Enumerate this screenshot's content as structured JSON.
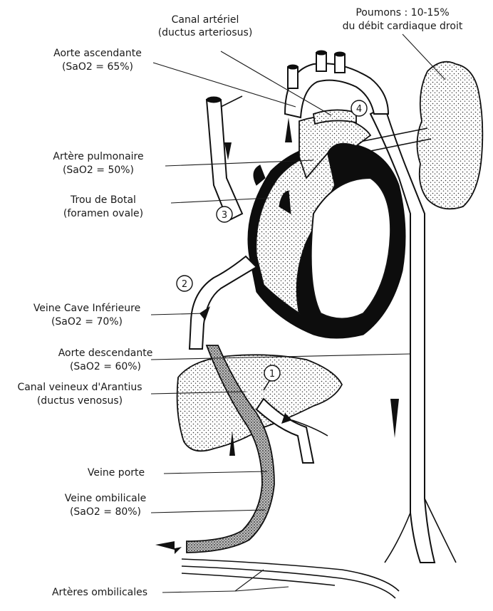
{
  "labels": {
    "canal_arteriel_1": "Canal artériel",
    "canal_arteriel_2": "(ductus arteriosus)",
    "poumons_1": "Poumons : 10-15%",
    "poumons_2": "du débit cardiaque droit",
    "aorte_asc_1": "Aorte ascendante",
    "aorte_asc_2": "(SaO2 = 65%)",
    "art_pulm_1": "Artère pulmonaire",
    "art_pulm_2": "(SaO2 = 50%)",
    "botal_1": "Trou de Botal",
    "botal_2": "(foramen ovale)",
    "vci_1": "Veine Cave Inférieure",
    "vci_2": "(SaO2 = 70%)",
    "aorte_desc_1": "Aorte descendante",
    "aorte_desc_2": "(SaO2 = 60%)",
    "arantius_1": "Canal veineux d'Arantius",
    "arantius_2": "(ductus venosus)",
    "veine_porte": "Veine porte",
    "veine_omb_1": "Veine ombilicale",
    "veine_omb_2": "(SaO2 = 80%)",
    "arteres_omb": "Artères ombilicales"
  },
  "markers": [
    "1",
    "2",
    "3",
    "4"
  ],
  "colors": {
    "ink": "#111111",
    "paper": "#ffffff",
    "stipple": "#333333"
  }
}
